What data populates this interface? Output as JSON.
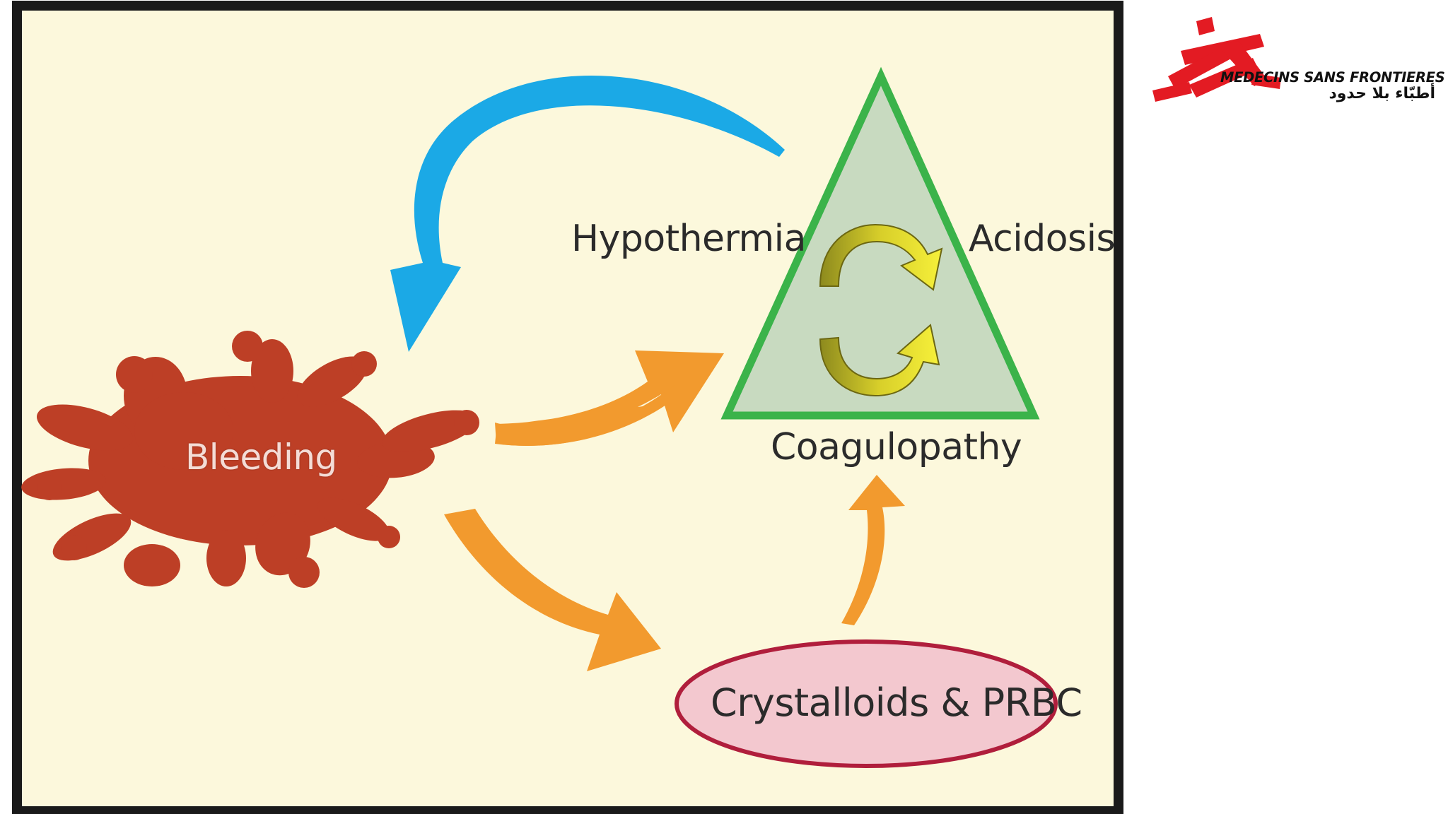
{
  "diagram": {
    "nodes": {
      "bleeding": "Bleeding",
      "hypothermia": "Hypothermia",
      "acidosis": "Acidosis",
      "coagulopathy": "Coagulopathy",
      "crystalloids": "Crystalloids & PRBC"
    },
    "colors": {
      "panel_bg": "#fcf8dc",
      "panel_border": "#1a1a1a",
      "bleeding_splat": "#bd3f26",
      "triangle_fill": "#c8dac0",
      "triangle_stroke": "#3bb34a",
      "blue_arrow": "#1ba9e6",
      "orange_arrow": "#f29a2e",
      "cycle_arrow": "#ece52a",
      "ellipse_fill": "#f3c8cf",
      "ellipse_stroke": "#b01e3c"
    },
    "edges": [
      {
        "from": "coagulopathy triangle",
        "to": "bleeding",
        "color": "blue"
      },
      {
        "from": "bleeding",
        "to": "coagulopathy triangle",
        "color": "orange"
      },
      {
        "from": "bleeding",
        "to": "crystalloids",
        "color": "orange"
      },
      {
        "from": "crystalloids",
        "to": "coagulopathy",
        "color": "orange"
      }
    ]
  },
  "logo": {
    "text_en": "MEDECINS SANS FRONTIERES",
    "text_ar": "أطبّاء بلا حدود",
    "icon": "msf-running-figure-icon",
    "color": "#e31b23"
  }
}
